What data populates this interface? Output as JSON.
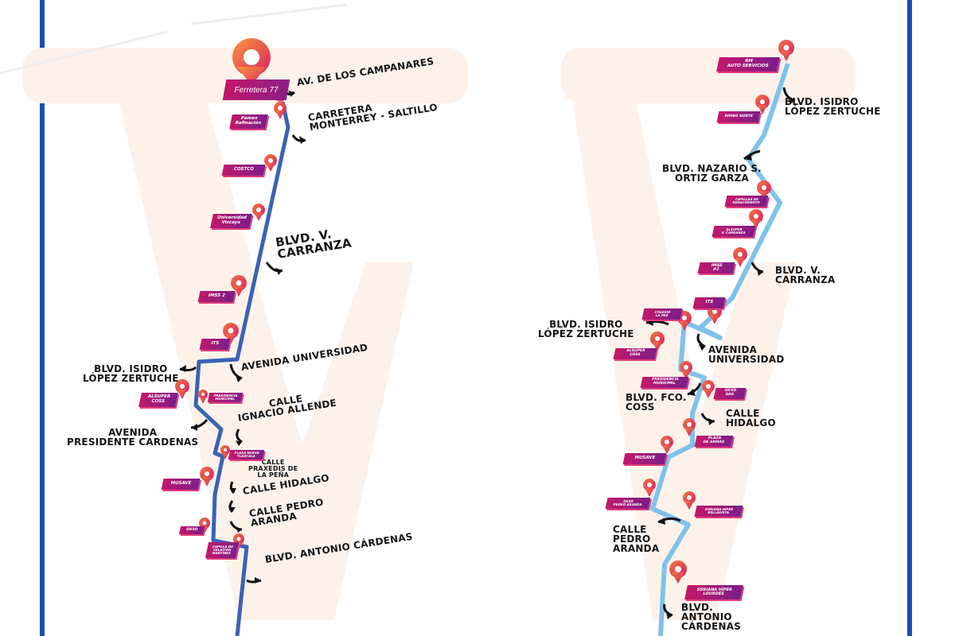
{
  "colors": {
    "border": "#1a4fb3",
    "route_left": "#3a63b5",
    "route_right": "#7fc3ea",
    "tag": "#b3187b",
    "pin": "#e0305e",
    "watermark": "#fdf2ea"
  },
  "left_route": {
    "origin": {
      "label": "Ferretera 77",
      "icon": "location-pin-icon"
    },
    "streets": {
      "campanares": "AV. DE LOS CAMPANARES",
      "carretera_line1": "CARRETERA",
      "carretera_line2": "MONTERREY - SALTILLO",
      "carranza_line1": "BLVD. V.",
      "carranza_line2": "CARRANZA",
      "isidro_line1": "BLVD. ISIDRO",
      "isidro_line2": "LÓPEZ ZERTUCHE",
      "universidad": "AVENIDA UNIVERSIDAD",
      "allende_line1": "CALLE",
      "allende_line2": "IGNACIO ALLENDE",
      "pcardenas_line1": "AVENIDA",
      "pcardenas_line2": "PRESIDENTE CARDENAS",
      "praxedis_line1": "CALLE",
      "praxedis_line2": "PRAXEDIS DE",
      "praxedis_line3": "LA PEÑA",
      "hidalgo": "CALLE HIDALGO",
      "aranda_line1": "CALLE PEDRO",
      "aranda_line2": "ARANDA",
      "acardenas": "BLVD. ANTONIO CÁRDENAS"
    },
    "stops": {
      "pemex_1": "Pemex",
      "pemex_2": "Refinación",
      "costco": "COSTCO",
      "vizcaya_1": "Universidad",
      "vizcaya_2": "Vizcaya",
      "imss": "IMSS 2",
      "its": "ITS",
      "alsuper_1": "ALSUPER",
      "alsuper_2": "COSS",
      "presidencia_1": "PRESIDENCIA",
      "presidencia_2": "MUNICIPAL",
      "plaza_1": "PLAZA NUEVA",
      "plaza_2": "TLAXCALA",
      "musave": "MUSAVE",
      "oxxo": "OXXO",
      "capilla_1": "CAPILLA DE",
      "capilla_2": "VELACIÓN",
      "capilla_3": "MARTÍNEZ"
    }
  },
  "right_route": {
    "streets": {
      "isidro_top_line1": "BLVD. ISIDRO",
      "isidro_top_line2": "LÓPEZ ZERTUCHE",
      "nazario_line1": "BLVD. NAZARIO S.",
      "nazario_line2": "ORTIZ GARZA",
      "carranza_line1": "BLVD. V.",
      "carranza_line2": "CARRANZA",
      "isidro_mid_line1": "BLVD. ISIDRO",
      "isidro_mid_line2": "LÓPEZ ZERTUCHE",
      "universidad_line1": "AVENIDA",
      "universidad_line2": "UNIVERSIDAD",
      "coss_line1": "BLVD. FCO.",
      "coss_line2": "COSS",
      "hidalgo_line1": "CALLE",
      "hidalgo_line2": "HIDALGO",
      "aranda_line1": "CALLE",
      "aranda_line2": "PEDRO",
      "aranda_line3": "ARANDA",
      "acardenas_line1": "BLVD.",
      "acardenas_line2": "ANTONIO",
      "acardenas_line3": "CÁRDENAS"
    },
    "stops": {
      "rm_1": "RM",
      "rm_2": "AUTO SERVICIOS",
      "bimbo_1": "BIMBO NORTE",
      "capillas_1": "CAPILLAS DE",
      "capillas_2": "RENACIMIENTO",
      "alsuper_c_1": "ALSUPER",
      "alsuper_c_2": "V. CARRANZA",
      "imss_1": "IMSS",
      "imss_2": "#2",
      "its": "ITS",
      "colegio_1": "COLEGIO",
      "colegio_2": "LA PAZ",
      "alsuper_1": "ALSUPER",
      "alsuper_2": "COSS",
      "presidencia_1": "PRESIDENCIA",
      "presidencia_2": "MUNICIPAL",
      "oxxo_gas_1": "OXXO",
      "oxxo_gas_2": "GAS",
      "plaza_1": "PLAZA",
      "plaza_2": "DE ARMAS",
      "musave": "MUSAVE",
      "oxxo_pa_1": "OXXO",
      "oxxo_pa_2": "PEDRO ARANDA",
      "soriana_bv_1": "SORIANA HÍPER",
      "soriana_bv_2": "BELLAVISTA",
      "soriana_l_1": "SORIANA HÍPER",
      "soriana_l_2": "LOURDES"
    }
  }
}
